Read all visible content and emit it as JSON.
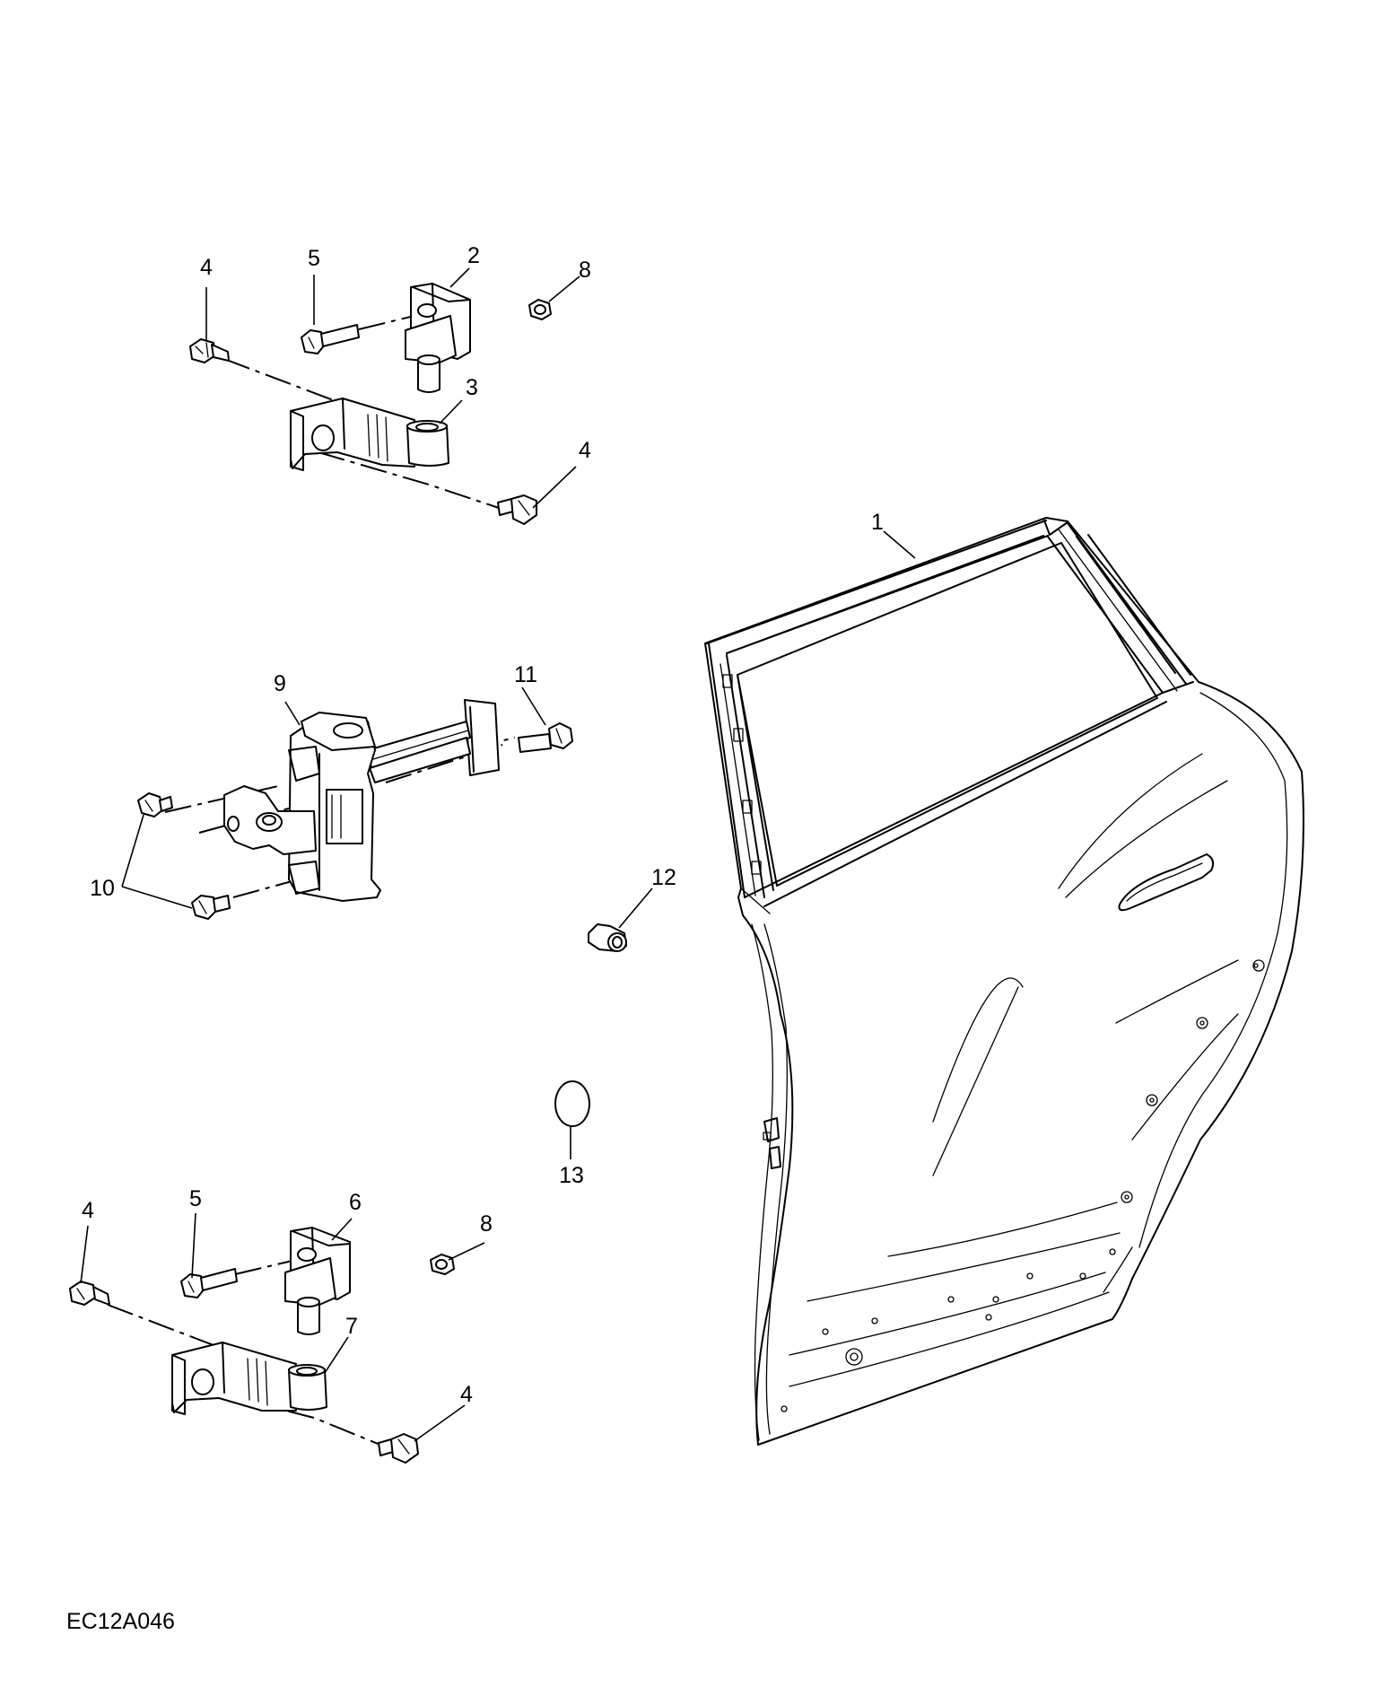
{
  "diagram": {
    "reference_code": "EC12A046",
    "callouts": [
      {
        "id": "c1",
        "label": "1"
      },
      {
        "id": "c2",
        "label": "2"
      },
      {
        "id": "c3",
        "label": "3"
      },
      {
        "id": "c4a",
        "label": "4"
      },
      {
        "id": "c4b",
        "label": "4"
      },
      {
        "id": "c4c",
        "label": "4"
      },
      {
        "id": "c4d",
        "label": "4"
      },
      {
        "id": "c5a",
        "label": "5"
      },
      {
        "id": "c5b",
        "label": "5"
      },
      {
        "id": "c6",
        "label": "6"
      },
      {
        "id": "c7",
        "label": "7"
      },
      {
        "id": "c8a",
        "label": "8"
      },
      {
        "id": "c8b",
        "label": "8"
      },
      {
        "id": "c9",
        "label": "9"
      },
      {
        "id": "c10",
        "label": "10"
      },
      {
        "id": "c11",
        "label": "11"
      },
      {
        "id": "c12",
        "label": "12"
      },
      {
        "id": "c13",
        "label": "13"
      }
    ]
  }
}
